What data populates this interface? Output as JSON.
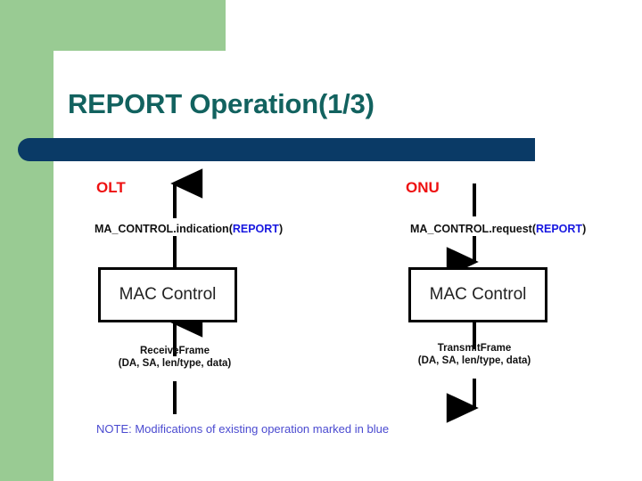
{
  "slide": {
    "title": "REPORT Operation(1/3)",
    "colors": {
      "title_text": "#12625f",
      "accent_bar": "#0a3a66",
      "panel_green": "#99cb93",
      "node_red": "#ee1111",
      "highlight_blue": "#1818e0",
      "note_blue": "#4a4ad0"
    }
  },
  "diagram": {
    "left": {
      "node": "OLT",
      "primitive_prefix": "MA_CONTROL.indication(",
      "primitive_highlight": "REPORT",
      "primitive_suffix": ")",
      "box_label": "MAC Control",
      "frame_line1": "ReceiveFrame",
      "frame_line2": "(DA, SA, len/type, data)"
    },
    "right": {
      "node": "ONU",
      "primitive_prefix": "MA_CONTROL.request(",
      "primitive_highlight": "REPORT",
      "primitive_suffix": ")",
      "box_label": "MAC Control",
      "frame_line1": "TransmitFrame",
      "frame_line2": "(DA, SA, len/type, data)"
    },
    "note": "NOTE: Modifications of existing operation marked in blue"
  }
}
